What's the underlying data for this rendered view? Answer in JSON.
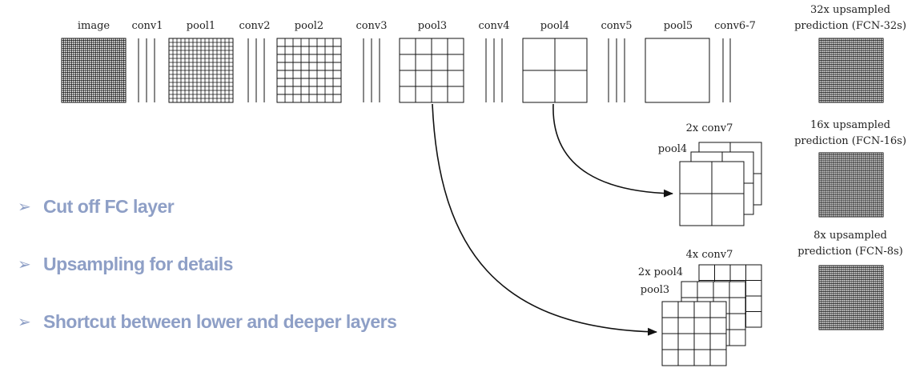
{
  "diagram": {
    "layer_labels": [
      "image",
      "conv1",
      "pool1",
      "conv2",
      "pool2",
      "conv3",
      "pool3",
      "conv4",
      "pool4",
      "conv5",
      "pool5",
      "conv6-7"
    ],
    "outputs": [
      {
        "line1": "32x upsampled",
        "line2": "prediction (FCN-32s)"
      },
      {
        "line1": "16x upsampled",
        "line2": "prediction (FCN-16s)"
      },
      {
        "line1": "8x upsampled",
        "line2": "prediction (FCN-8s)"
      }
    ],
    "fcn16_labels": {
      "top": "2x conv7",
      "side": "pool4"
    },
    "fcn8_labels": {
      "top": "4x conv7",
      "mid": "2x pool4",
      "side": "pool3"
    }
  },
  "bullets": [
    "Cut off FC layer",
    "Upsampling for details",
    "Shortcut between lower and deeper layers"
  ],
  "colors": {
    "bullet": "#8e9fc6",
    "stroke": "#111111"
  }
}
